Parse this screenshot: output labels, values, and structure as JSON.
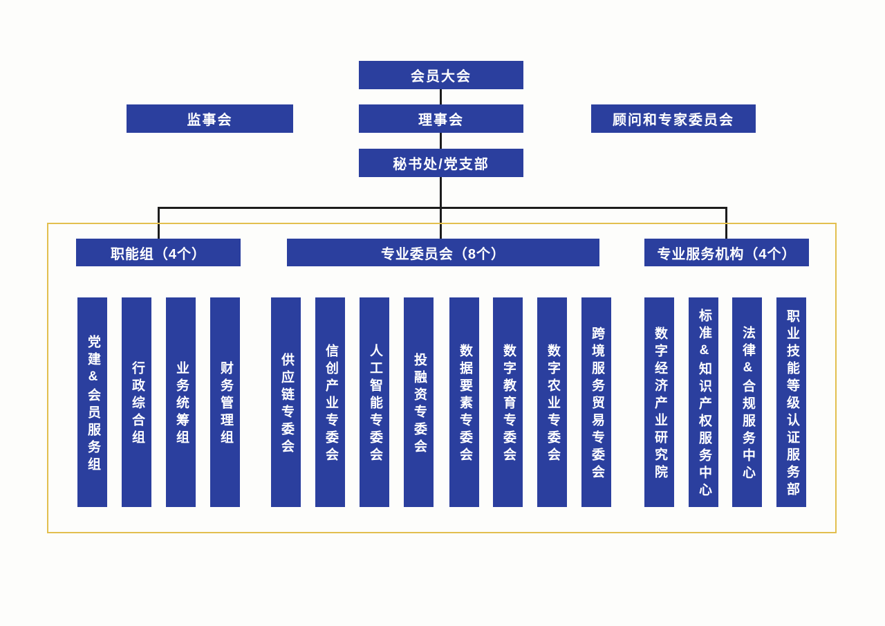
{
  "colors": {
    "box_blue": "#2b3f9e",
    "frame_yellow": "#e2bf4e",
    "connector_black": "#1c1c1c",
    "background": "#fdfdfb"
  },
  "top_nodes": {
    "members_assembly": "会员大会",
    "supervisory_board": "监事会",
    "council": "理事会",
    "advisors_experts_committee": "顾问和专家委员会",
    "secretariat_party_branch": "秘书处/党支部"
  },
  "sections": [
    {
      "header": "职能组（4个）",
      "items": [
        "党建&会员服务组",
        "行政综合组",
        "业务统筹组",
        "财务管理组"
      ]
    },
    {
      "header": "专业委员会（8个）",
      "items": [
        "供应链专委会",
        "信创产业专委会",
        "人工智能专委会",
        "投融资专委会",
        "数据要素专委会",
        "数字教育专委会",
        "数字农业专委会",
        "跨境服务贸易专委会"
      ]
    },
    {
      "header": "专业服务机构（4个）",
      "items": [
        "数字经济产业研究院",
        "标准&知识产权服务中心",
        "法律&合规服务中心",
        "职业技能等级认证服务部"
      ]
    }
  ]
}
